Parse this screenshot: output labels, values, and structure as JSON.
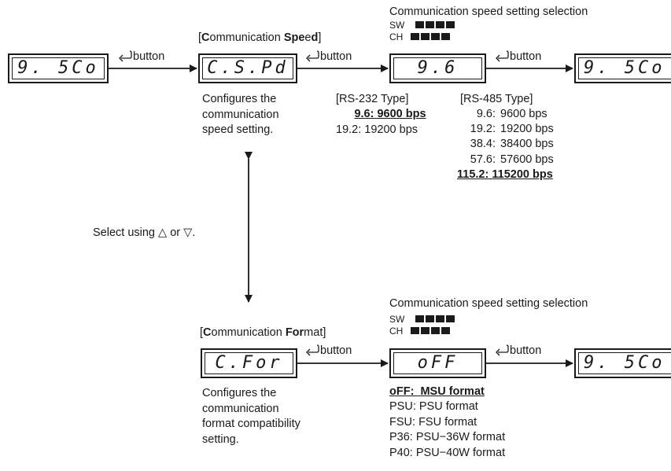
{
  "displays": {
    "start_top": "9. 5Co",
    "cspd": "C.S.Pd",
    "speed_val": "9.6",
    "end_top": "9. 5Co",
    "cfor": "C.For",
    "format_val": "oFF",
    "end_bottom": "9. 5Co"
  },
  "button_label": "button",
  "top_section": {
    "selection_title": "Communication speed setting selection",
    "sw_label": "SW",
    "ch_label": "CH",
    "header_open": "[",
    "header_bold1": "C",
    "header_plain1": "ommunication ",
    "header_bold2": "Spe",
    "header_plain2": "e",
    "header_bold3": "d",
    "header_close": "]",
    "desc": [
      "Configures the",
      "communication",
      "speed setting."
    ],
    "rs232_title": "[RS-232 Type]",
    "rs232_options": [
      {
        "code": "9.6:",
        "value": "9600 bps",
        "default": true
      },
      {
        "code": "19.2:",
        "value": "19200 bps",
        "default": false
      }
    ],
    "rs485_title": "[RS-485 Type]",
    "rs485_options": [
      {
        "code": "9.6:",
        "value": "9600 bps",
        "default": false
      },
      {
        "code": "19.2:",
        "value": "19200 bps",
        "default": false
      },
      {
        "code": "38.4:",
        "value": "38400 bps",
        "default": false
      },
      {
        "code": "57.6:",
        "value": "57600 bps",
        "default": false
      },
      {
        "code": "115.2:",
        "value": "115200 bps",
        "default": true
      }
    ]
  },
  "select_note": "Select using △ or ▽.",
  "bottom_section": {
    "selection_title": "Communication speed setting selection",
    "sw_label": "SW",
    "ch_label": "CH",
    "header_open": "[",
    "header_bold1": "C",
    "header_plain1": "ommunication ",
    "header_bold2": "For",
    "header_plain2": "mat",
    "header_close": "]",
    "desc": [
      "Configures the",
      "communication",
      "format compatibility",
      "setting."
    ],
    "format_options": [
      {
        "code": "oFF:",
        "value": "MSU format",
        "default": true
      },
      {
        "code": "PSU:",
        "value": "PSU format",
        "default": false
      },
      {
        "code": "FSU:",
        "value": "FSU format",
        "default": false
      },
      {
        "code": "P36:",
        "value": "PSU−36W format",
        "default": false
      },
      {
        "code": "P40:",
        "value": "PSU−40W format",
        "default": false
      }
    ]
  }
}
